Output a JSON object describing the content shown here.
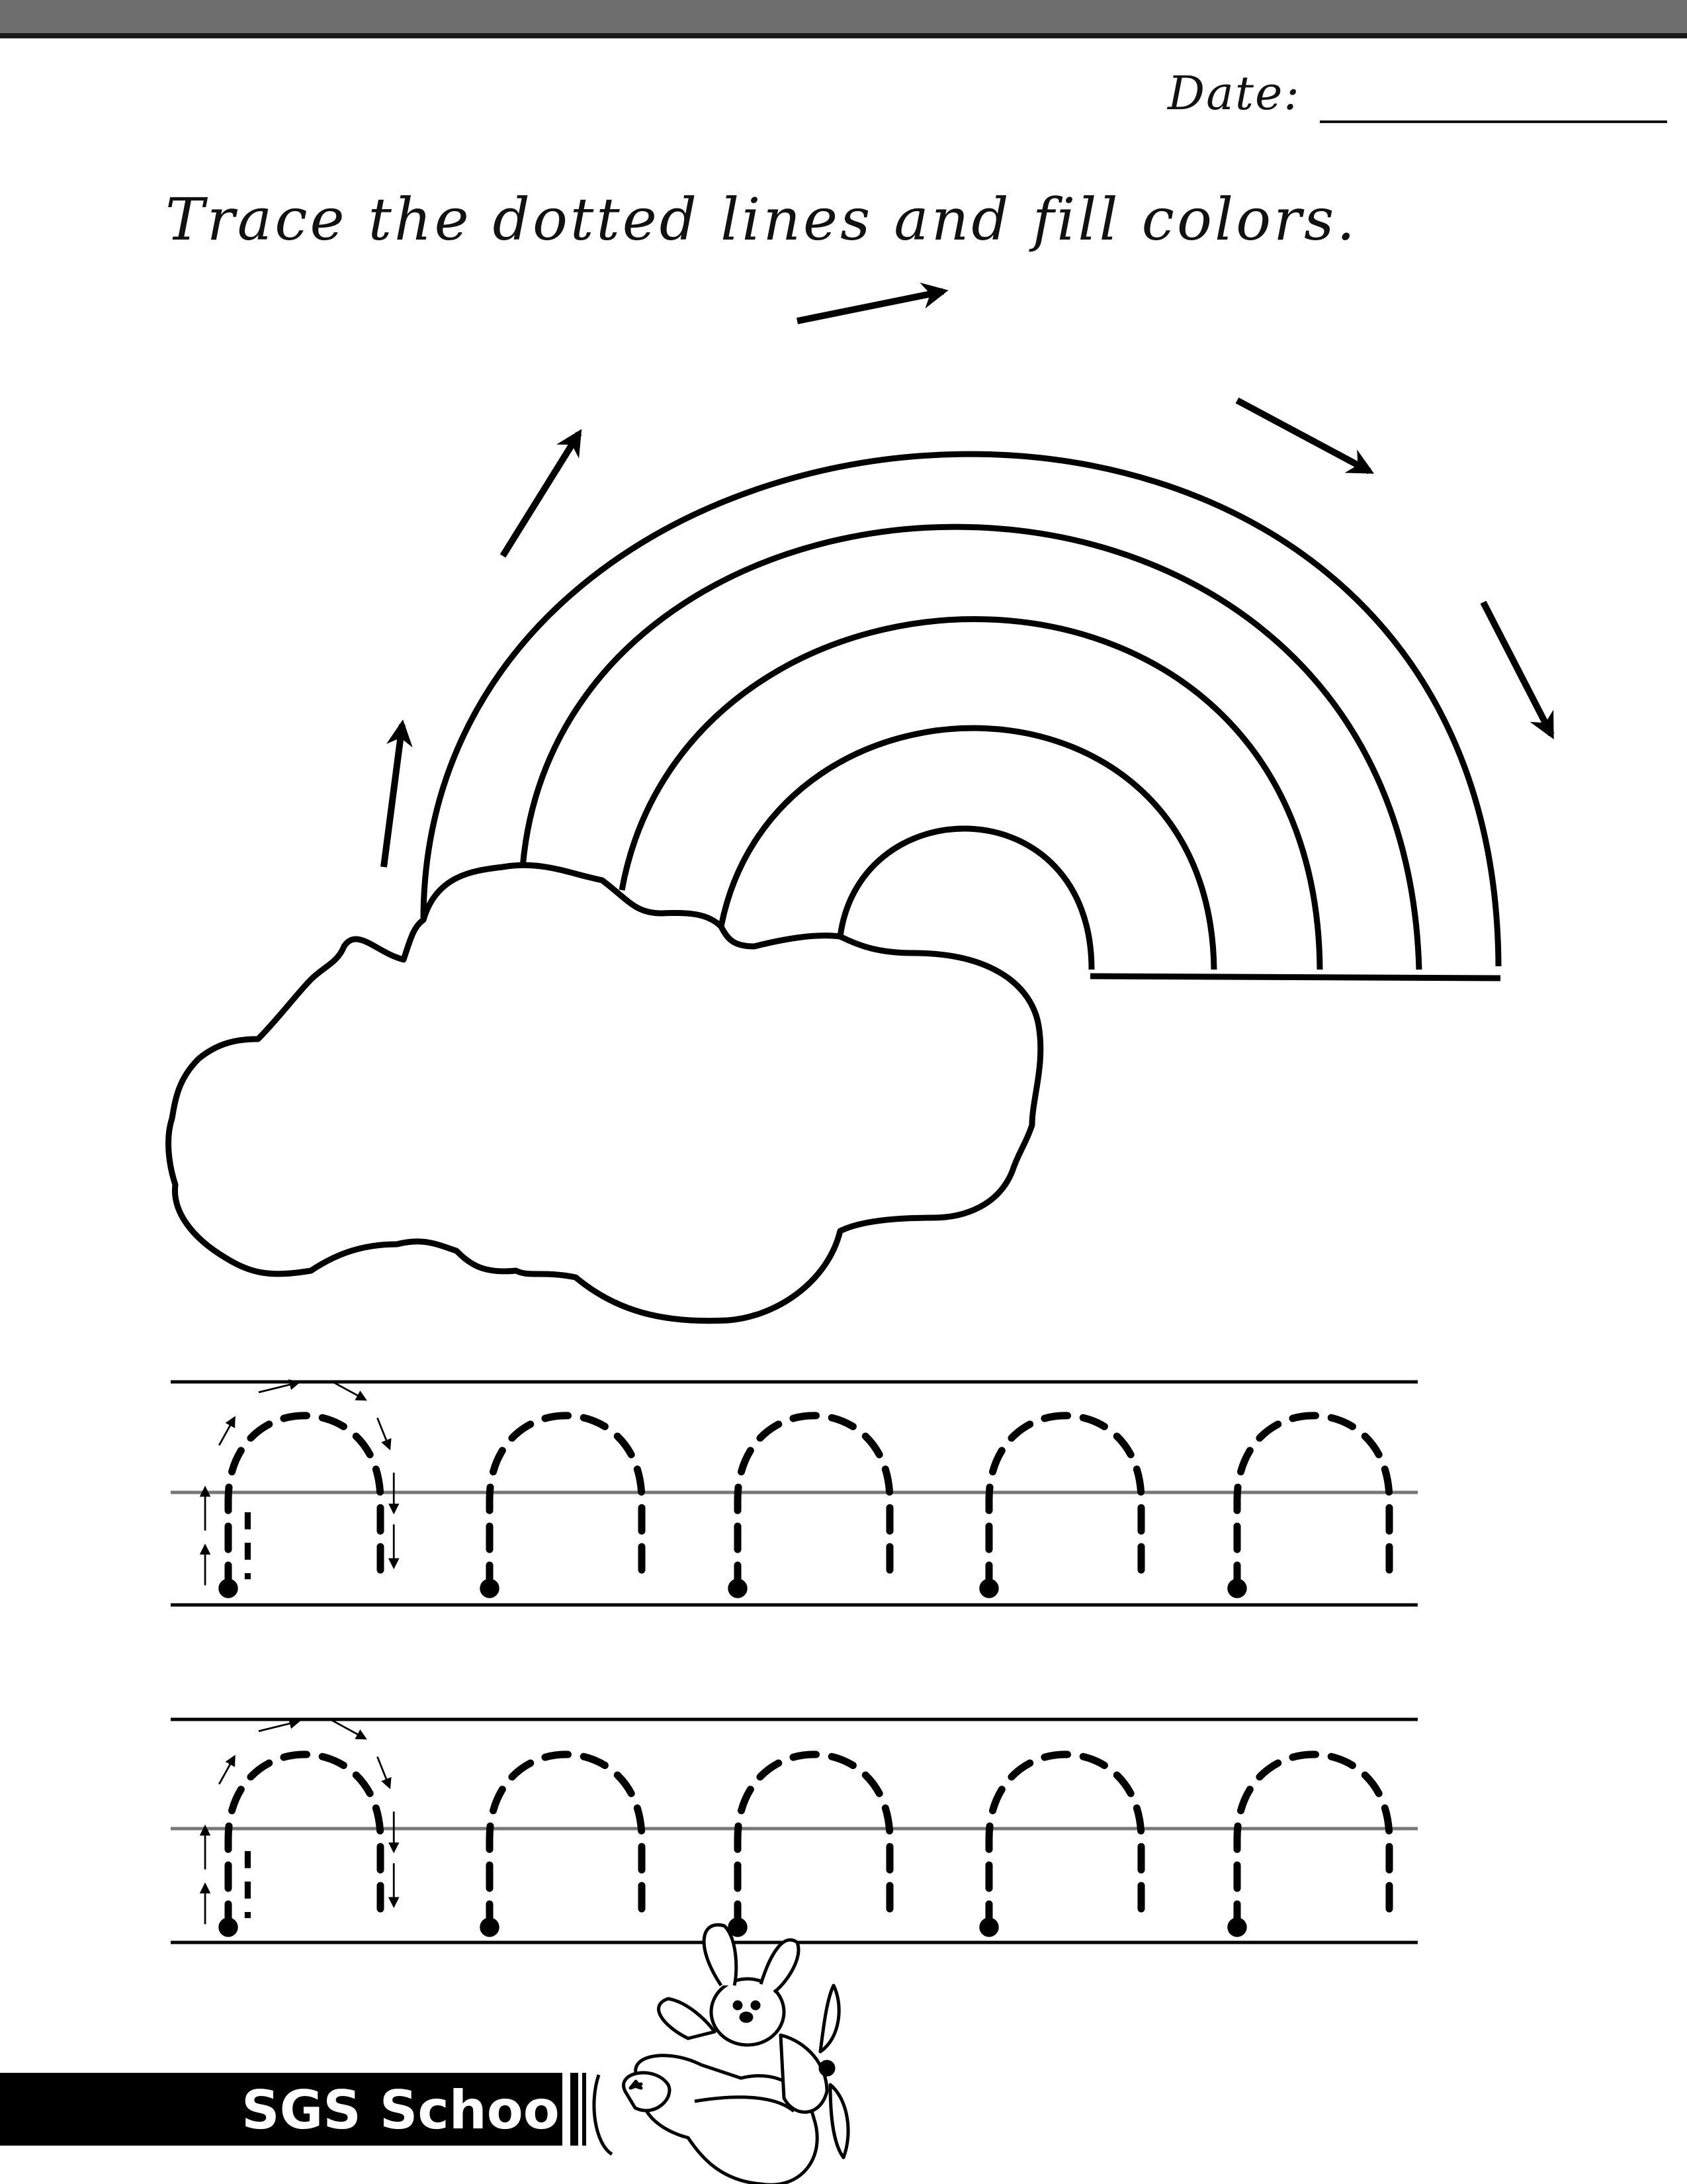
{
  "header": {
    "date_label": "Date:"
  },
  "worksheet": {
    "instruction": "Trace the dotted lines and fill colors.",
    "illustration": "rainbow-with-cloud",
    "tracing_letter": "n",
    "tracing_rows": 2,
    "letters_per_row": 5
  },
  "footer": {
    "school_name": "SGS School",
    "mascot": "bunny-airplane-icon"
  }
}
